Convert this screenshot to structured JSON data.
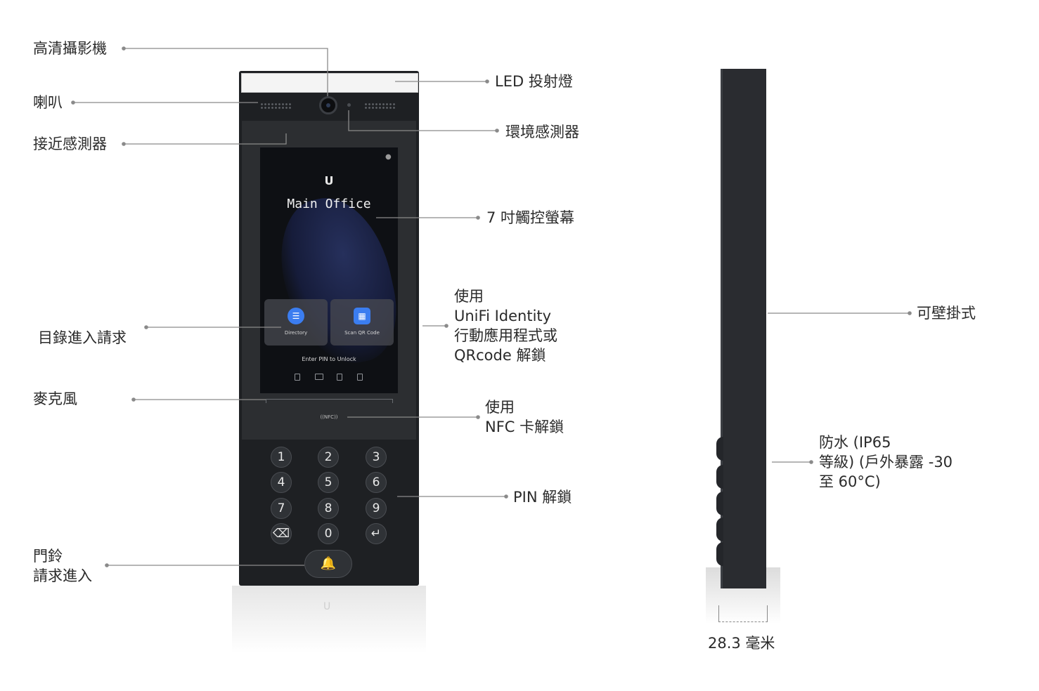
{
  "labels": {
    "camera": "高清攝影機",
    "speaker": "喇叭",
    "proximity": "接近感測器",
    "led": "LED 投射燈",
    "ambient": "環境感測器",
    "touchscreen": "7 吋觸控螢幕",
    "app_unlock": "使用\nUniFi Identity\n行動應用程式或\nQRcode 解鎖",
    "directory": "目錄進入請求",
    "mic": "麥克風",
    "nfc_unlock": "使用\nNFC 卡解鎖",
    "pin_unlock": "PIN 解鎖",
    "doorbell": "門鈴\n請求進入",
    "wall_mount": "可壁掛式",
    "waterproof": "防水 (IP65\n 等級)  (戶外暴露 -30\n 至 60°C)",
    "depth": "28.3 毫米"
  },
  "screen": {
    "title": "Main Office",
    "directory_tile": "Directory",
    "scan_tile": "Scan QR Code",
    "pin_hint": "Enter PIN to Unlock"
  },
  "device": {
    "nfc_mark": "((NFC))",
    "keys": [
      "1",
      "2",
      "3",
      "4",
      "5",
      "6",
      "7",
      "8",
      "9",
      "⌫",
      "0",
      "↵"
    ],
    "bell": "🔔"
  },
  "icons": {
    "brand": "unifi-logo-icon",
    "bell": "bell-icon",
    "directory": "contacts-icon",
    "qr": "qr-code-icon"
  },
  "colors": {
    "device_body": "#1e2023",
    "accent_blue": "#3b7df0",
    "leader_line": "#8a8a8a"
  }
}
